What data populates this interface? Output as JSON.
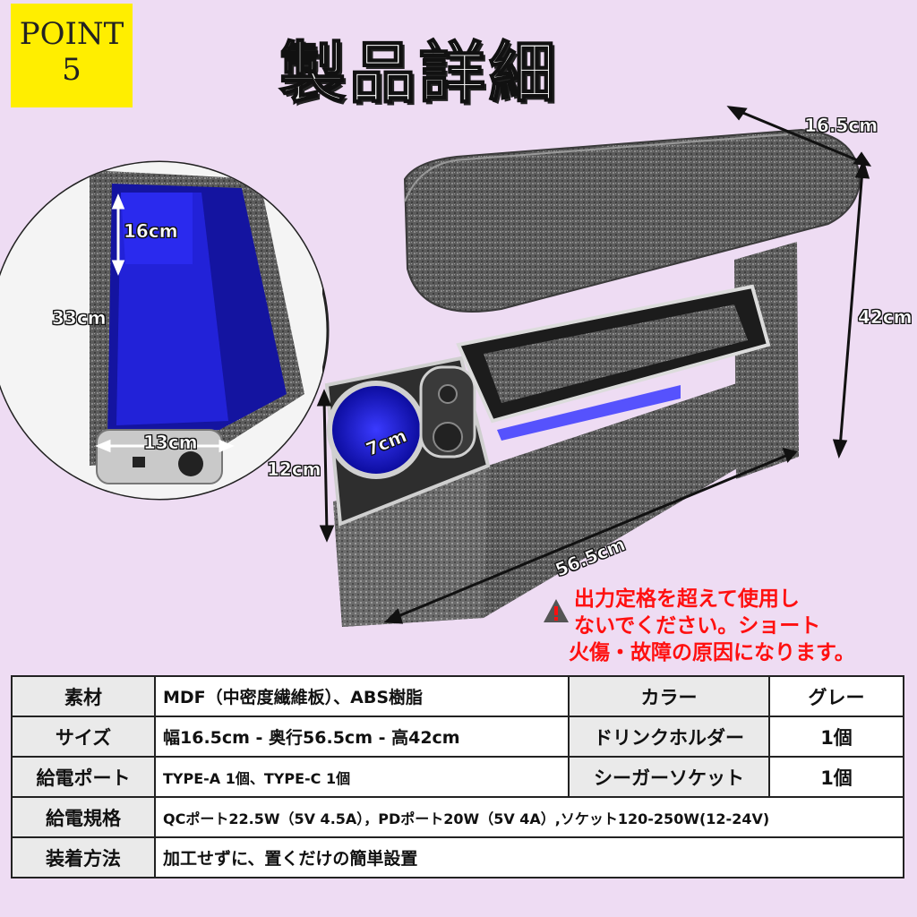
{
  "badge": {
    "line1": "POINT",
    "line2": "5"
  },
  "title": "製品詳細",
  "dimensions": {
    "width_top": "16.5cm",
    "height": "42cm",
    "length": "56.5cm",
    "front_height": "12cm",
    "cup_diameter": "7cm",
    "storage_length": "33cm",
    "storage_depth": "16cm",
    "storage_width": "13cm"
  },
  "warning": {
    "line1": "出力定格を超えて使用し",
    "line2": "ないでください。ショート",
    "line3": "火傷・故障の原因になります。"
  },
  "spec": {
    "material_label": "素材",
    "material_value": "MDF（中密度繊維板）、ABS樹脂",
    "color_label": "カラー",
    "color_value": "グレー",
    "size_label": "サイズ",
    "size_value": "幅16.5cm - 奥行56.5cm - 高42cm",
    "drink_label": "ドリンクホルダー",
    "drink_value": "1個",
    "port_label": "給電ポート",
    "port_value": "TYPE-A 1個、TYPE-C 1個",
    "socket_label": "シーガーソケット",
    "socket_value": "1個",
    "power_label": "給電規格",
    "power_value": "QCポート22.5W（5V 4.5A），PDポート20W（5V 4A）,ソケット120-250W(12-24V)",
    "install_label": "装着方法",
    "install_value": "加工せずに、置くだけの簡単設置"
  }
}
